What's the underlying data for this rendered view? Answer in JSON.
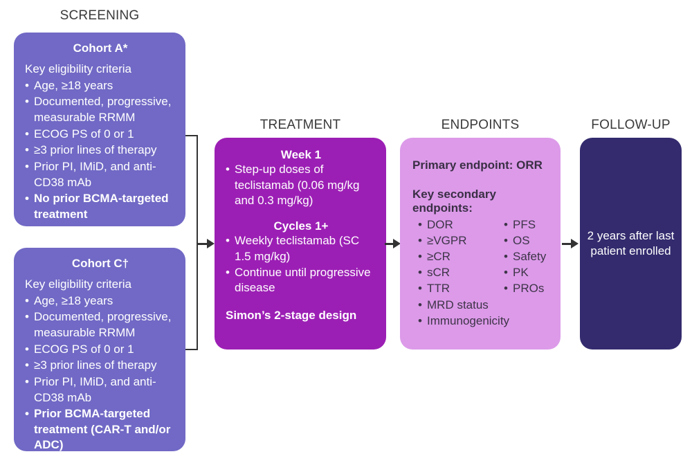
{
  "headers": {
    "screening": "SCREENING",
    "treatment": "TREATMENT",
    "endpoints": "ENDPOINTS",
    "followup": "FOLLOW-UP"
  },
  "cohort_a": {
    "title": "Cohort A*",
    "criteria_head": "Key eligibility criteria",
    "criteria": [
      {
        "text": "Age, ≥18 years",
        "bold": false
      },
      {
        "text": "Documented, progressive, measurable RRMM",
        "bold": false
      },
      {
        "text": "ECOG PS of 0 or 1",
        "bold": false
      },
      {
        "text": "≥3 prior lines of therapy",
        "bold": false
      },
      {
        "text": "Prior PI, IMiD, and anti-CD38 mAb",
        "bold": false
      },
      {
        "text": "No prior BCMA-targeted treatment",
        "bold": true
      }
    ]
  },
  "cohort_c": {
    "title": "Cohort C†",
    "criteria_head": "Key eligibility criteria",
    "criteria": [
      {
        "text": "Age, ≥18 years",
        "bold": false
      },
      {
        "text": "Documented, progressive, measurable RRMM",
        "bold": false
      },
      {
        "text": "ECOG PS of 0 or 1",
        "bold": false
      },
      {
        "text": "≥3 prior lines of therapy",
        "bold": false
      },
      {
        "text": "Prior PI, IMiD, and anti-CD38 mAb",
        "bold": false
      },
      {
        "text": "Prior BCMA-targeted treatment (CAR-T and/or ADC)",
        "bold": true
      }
    ]
  },
  "treatment": {
    "week1_title": "Week 1",
    "week1_items": [
      {
        "text": "Step-up doses of teclistamab (0.06 mg/kg and 0.3 mg/kg)",
        "bold": false
      }
    ],
    "cycles_title": "Cycles 1+",
    "cycles_items": [
      {
        "text": "Weekly teclistamab (SC 1.5 mg/kg)",
        "bold": false
      },
      {
        "text": "Continue until progressive disease",
        "bold": false
      }
    ],
    "footer": "Simon’s 2-stage design"
  },
  "endpoints": {
    "primary": "Primary endpoint: ORR",
    "secondary_head": "Key secondary endpoints:",
    "secondary_left": [
      {
        "text": "DOR",
        "bold": false
      },
      {
        "text": "≥VGPR",
        "bold": false
      },
      {
        "text": "≥CR",
        "bold": false
      },
      {
        "text": "sCR",
        "bold": false
      },
      {
        "text": "TTR",
        "bold": false
      },
      {
        "text": "MRD status",
        "bold": false
      },
      {
        "text": "Immunogenicity",
        "bold": false
      }
    ],
    "secondary_right": [
      {
        "text": "PFS",
        "bold": false
      },
      {
        "text": "OS",
        "bold": false
      },
      {
        "text": "Safety",
        "bold": false
      },
      {
        "text": "PK",
        "bold": false
      },
      {
        "text": "PROs",
        "bold": false
      }
    ]
  },
  "followup": {
    "text": "2 years after last patient enrolled"
  },
  "colors": {
    "cohort": "#7169c5",
    "treatment": "#9c1fb5",
    "endpoints": "#dc9ae9",
    "followup": "#332b6e",
    "connector": "#333333",
    "header_text": "#3a3a3a"
  }
}
